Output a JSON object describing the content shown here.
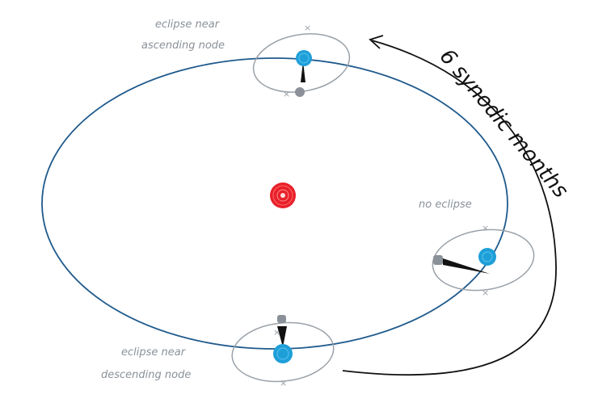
{
  "labels": {
    "ascending": [
      "eclipse near",
      "ascending node"
    ],
    "descending": [
      "eclipse near",
      "descending node"
    ],
    "no_eclipse": "no eclipse",
    "months": "6 synodic months"
  },
  "colors": {
    "earth_orbit": "#1f5a8c",
    "sun": "#e8202a",
    "earth": "#1e9fd8",
    "moon": "#8a9199",
    "moon_orbit": "#9aa1a8",
    "shadow": "#111111",
    "arrow": "#111111"
  }
}
